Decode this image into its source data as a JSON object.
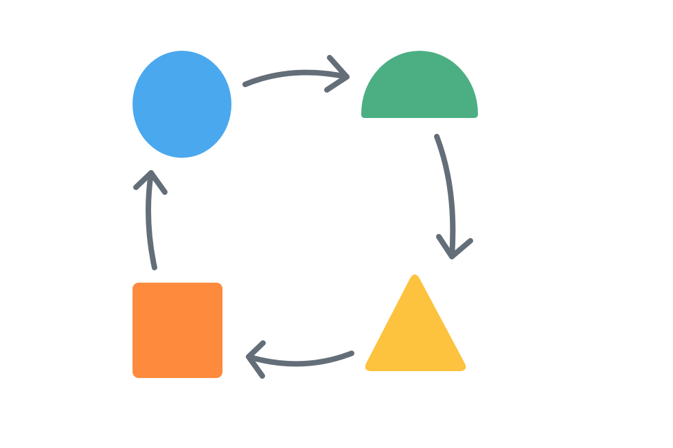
{
  "diagram": {
    "type": "cycle",
    "nodes": [
      {
        "id": "circle",
        "shape": "circle",
        "color": "#4AA8EE"
      },
      {
        "id": "semicircle",
        "shape": "semicircle",
        "color": "#4CAF84"
      },
      {
        "id": "triangle",
        "shape": "triangle",
        "color": "#FDC23E"
      },
      {
        "id": "square",
        "shape": "square",
        "color": "#FD8A3D"
      }
    ],
    "edges": [
      {
        "from": "circle",
        "to": "semicircle"
      },
      {
        "from": "semicircle",
        "to": "triangle"
      },
      {
        "from": "triangle",
        "to": "square"
      },
      {
        "from": "square",
        "to": "circle"
      }
    ],
    "arrow_color": "#646E78"
  }
}
